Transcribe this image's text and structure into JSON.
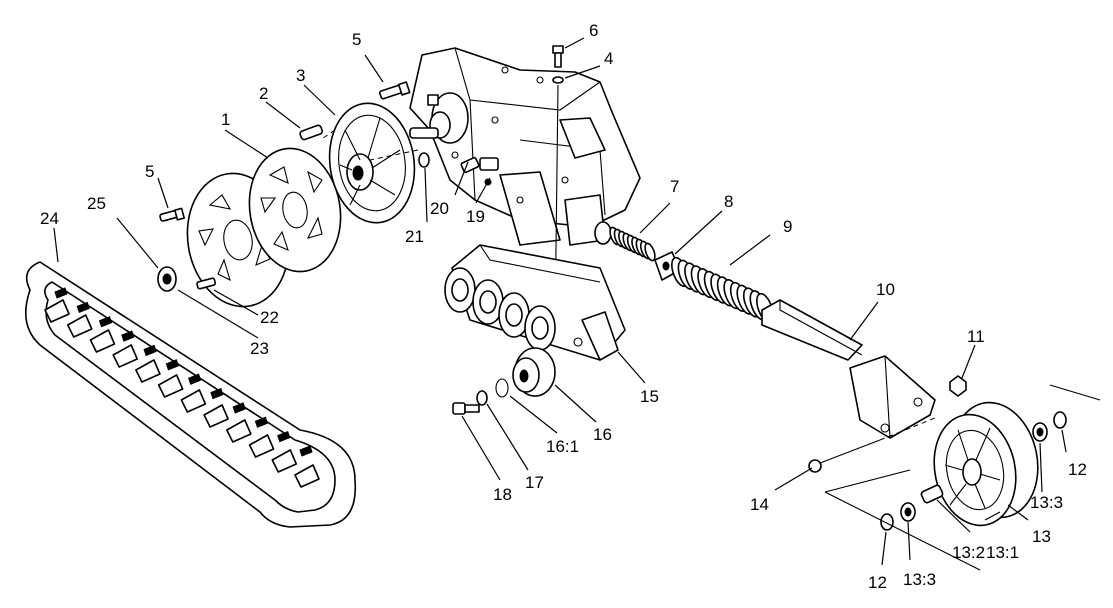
{
  "callouts": [
    {
      "id": "1",
      "text": "1"
    },
    {
      "id": "2",
      "text": "2"
    },
    {
      "id": "3",
      "text": "3"
    },
    {
      "id": "4",
      "text": "4"
    },
    {
      "id": "5a",
      "text": "5"
    },
    {
      "id": "5b",
      "text": "5"
    },
    {
      "id": "6",
      "text": "6"
    },
    {
      "id": "7",
      "text": "7"
    },
    {
      "id": "8",
      "text": "8"
    },
    {
      "id": "9",
      "text": "9"
    },
    {
      "id": "10",
      "text": "10"
    },
    {
      "id": "11",
      "text": "11"
    },
    {
      "id": "12a",
      "text": "12"
    },
    {
      "id": "12b",
      "text": "12"
    },
    {
      "id": "13",
      "text": "13"
    },
    {
      "id": "13_1",
      "text": "13:1"
    },
    {
      "id": "13_2",
      "text": "13:2"
    },
    {
      "id": "13_3a",
      "text": "13:3"
    },
    {
      "id": "13_3b",
      "text": "13:3"
    },
    {
      "id": "14",
      "text": "14"
    },
    {
      "id": "15",
      "text": "15"
    },
    {
      "id": "16",
      "text": "16"
    },
    {
      "id": "16_1",
      "text": "16:1"
    },
    {
      "id": "17",
      "text": "17"
    },
    {
      "id": "18",
      "text": "18"
    },
    {
      "id": "19",
      "text": "19"
    },
    {
      "id": "20",
      "text": "20"
    },
    {
      "id": "21",
      "text": "21"
    },
    {
      "id": "22",
      "text": "22"
    },
    {
      "id": "23",
      "text": "23"
    },
    {
      "id": "24",
      "text": "24"
    },
    {
      "id": "25",
      "text": "25"
    }
  ]
}
